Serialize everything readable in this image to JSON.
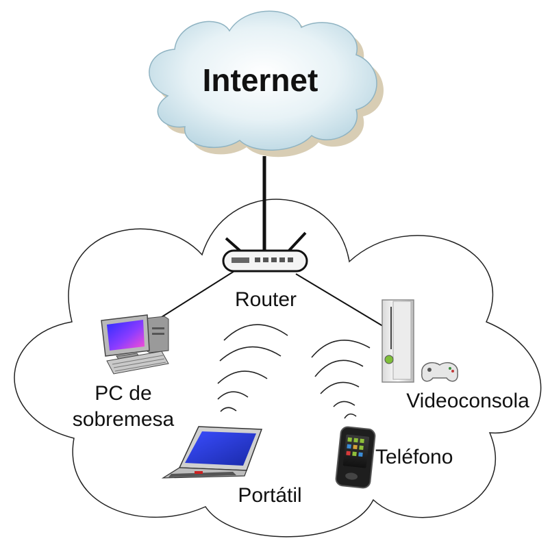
{
  "internet": {
    "label": "Internet"
  },
  "router": {
    "label": "Router"
  },
  "devices": {
    "desktop": {
      "line1": "PC de",
      "line2": "sobremesa"
    },
    "laptop": {
      "label": "Portátil"
    },
    "phone": {
      "label": "Teléfono"
    },
    "console": {
      "label": "Videoconsola"
    }
  },
  "colors": {
    "internet_cloud_fill": "#cfe6ef",
    "internet_cloud_shadow": "#d8cdb4",
    "lan_cloud_stroke": "#222222",
    "link_color": "#111111"
  },
  "icons": {
    "internet": "cloud-icon",
    "router": "router-icon",
    "desktop": "desktop-computer-icon",
    "laptop": "laptop-icon",
    "phone": "smartphone-icon",
    "console": "game-console-icon",
    "controller": "gamepad-icon",
    "wifi": "wifi-signal-icon"
  }
}
